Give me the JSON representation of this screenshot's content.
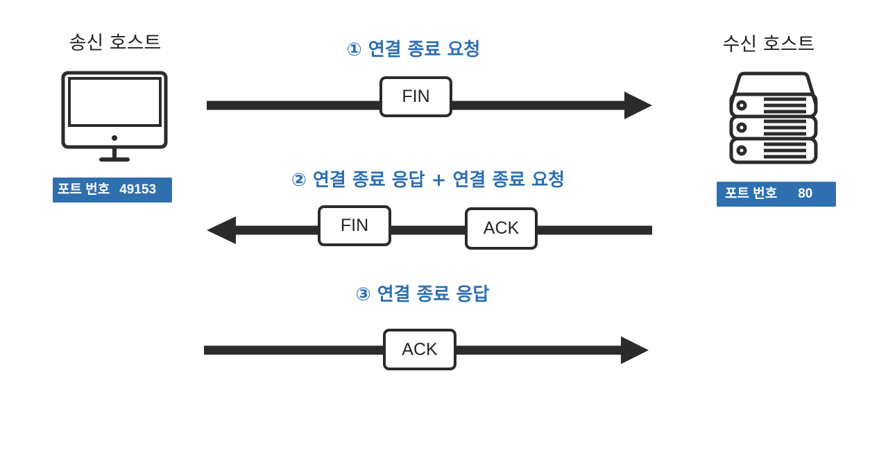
{
  "sender": {
    "title": "송신 호스트",
    "port_label": "포트 번호",
    "port_value": "49153",
    "icon": "desktop-monitor-icon"
  },
  "receiver": {
    "title": "수신 호스트",
    "port_label": "포트 번호",
    "port_value": "80",
    "icon": "server-stack-icon"
  },
  "steps": [
    {
      "label": "① 연결 종료 요청",
      "direction": "sender-to-receiver",
      "flags": [
        "FIN"
      ]
    },
    {
      "label": "② 연결 종료 응답 + 연결 종료 요청",
      "direction": "receiver-to-sender",
      "flags": [
        "FIN",
        "ACK"
      ]
    },
    {
      "label": "③ 연결 종료 응답",
      "direction": "sender-to-receiver",
      "flags": [
        "ACK"
      ]
    }
  ],
  "colors": {
    "accent": "#2e6fb0",
    "line": "#2b2b2b",
    "text": "#222222",
    "background": "#ffffff"
  }
}
